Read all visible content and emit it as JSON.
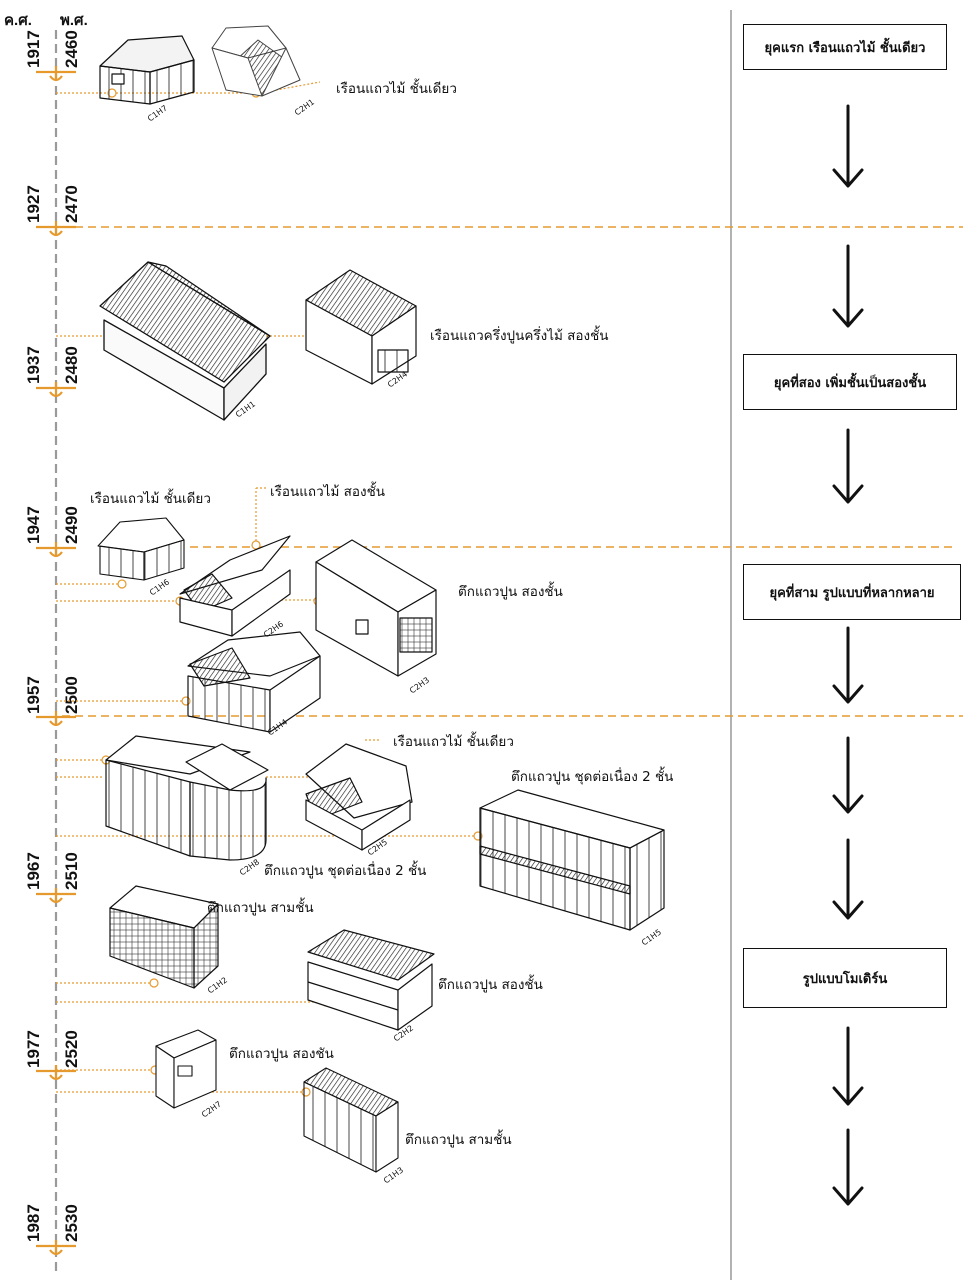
{
  "headers": {
    "ce": "ค.ศ.",
    "be": "พ.ศ."
  },
  "years": [
    {
      "ce": "1917",
      "be": "2460"
    },
    {
      "ce": "1927",
      "be": "2470"
    },
    {
      "ce": "1937",
      "be": "2480"
    },
    {
      "ce": "1947",
      "be": "2490"
    },
    {
      "ce": "1957",
      "be": "2500"
    },
    {
      "ce": "1967",
      "be": "2510"
    },
    {
      "ce": "1977",
      "be": "2520"
    },
    {
      "ce": "1987",
      "be": "2530"
    }
  ],
  "periods": [
    "ยุคแรก เรือนแถวไม้ ชั้นเดียว",
    "ยุคที่สอง เพิ่มชั้นเป็นสองชั้น",
    "ยุคที่สาม รูปแบบที่หลากหลาย",
    "รูปแบบโมเดิร์น"
  ],
  "labels": [
    "เรือนแถวไม้ ชั้นเดียว",
    "เรือนแถวครึ่งปูนครึ่งไม้ สองชั้น",
    "เรือนแถวไม้ ชั้นเดียว",
    "เรือนแถวไม้ สองชั้น",
    "ตึกแถวปูน สองชั้น",
    "เรือนแถวไม้ ชั้นเดียว",
    "ตึกแถวปูน ชุดต่อเนื่อง 2 ชั้น",
    "ตึกแถวปูน ชุดต่อเนื่อง 2 ชั้น",
    "ตึกแถวปูน สามชั้น",
    "ตึกแถวปูน สองชั้น",
    "ตึกแถวปูน สองชัน",
    "ตึกแถวปูน สามชั้น"
  ],
  "codes": [
    "C1H7",
    "C2H1",
    "C1H1",
    "C2H4",
    "C1H6",
    "C2H6",
    "C2H3",
    "C1H4",
    "C2H8",
    "C2H5",
    "C1H5",
    "C1H2",
    "C2H2",
    "C2H7",
    "C1H3"
  ],
  "colors": {
    "accent": "#e69a2e",
    "axis": "#9a9a9a",
    "ink": "#111111"
  }
}
